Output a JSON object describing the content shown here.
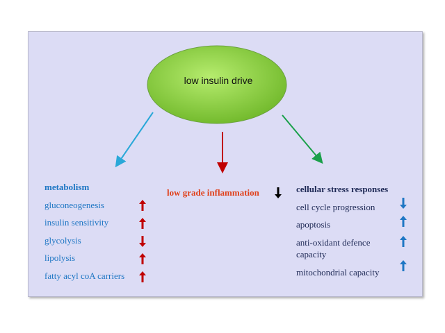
{
  "center": {
    "label": "low insulin drive"
  },
  "metabolism": {
    "heading": "metabolism",
    "items": [
      {
        "label": "gluconeogenesis",
        "direction": "up"
      },
      {
        "label": "insulin sensitivity",
        "direction": "up"
      },
      {
        "label": "glycolysis",
        "direction": "down"
      },
      {
        "label": "lipolysis",
        "direction": "up"
      },
      {
        "label": "fatty acyl coA carriers",
        "direction": "up"
      }
    ]
  },
  "inflammation": {
    "heading": "low grade inflammation",
    "direction": "down"
  },
  "stress": {
    "heading": "cellular stress responses",
    "items": [
      {
        "label": "cell cycle progression",
        "direction": "down"
      },
      {
        "label": "apoptosis",
        "direction": "up"
      },
      {
        "label": "anti-oxidant defence",
        "label2": "capacity",
        "direction": "up"
      },
      {
        "label": "mitochondrial capacity",
        "direction": "up"
      }
    ]
  },
  "colors": {
    "panel": "#dcdcf5",
    "oval": "#8ed04a",
    "arrow_left": "#2aa8d8",
    "arrow_center": "#c00000",
    "arrow_right": "#1aa04a",
    "up_red": "#c00000",
    "down_red": "#c00000",
    "blue_arrow": "#1f77c4",
    "inflammation_arrow": "#000000"
  }
}
